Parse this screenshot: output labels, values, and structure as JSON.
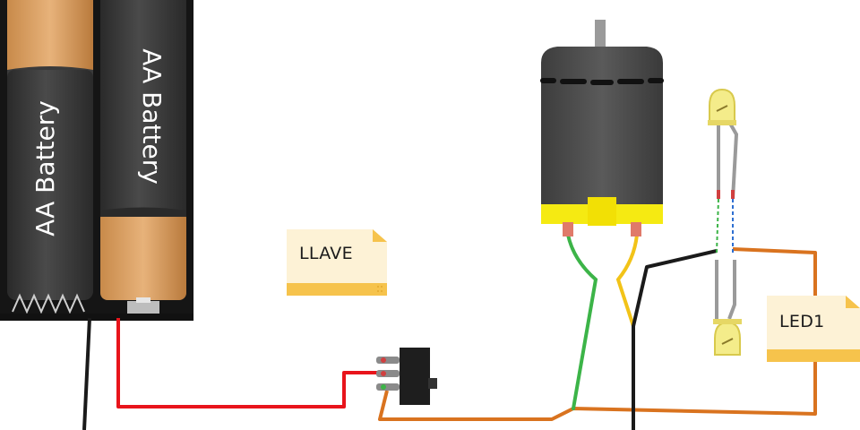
{
  "battery": {
    "label_left": "AA Battery",
    "label_right": "AA Battery"
  },
  "notes": {
    "switch_label": "LLAVE",
    "led_label": "LED1"
  },
  "colors": {
    "wire_red": "#e8141b",
    "wire_black": "#1a1a1a",
    "wire_green": "#3cb448",
    "wire_yellow": "#f2c318",
    "wire_orange": "#d9731f",
    "motor_body": "#4a4a4a",
    "motor_mount": "#f5ea12",
    "led_yellow": "#f4ec8a",
    "note_paper": "#fdf2d6",
    "note_fold": "#f6c34c"
  },
  "icons": {
    "battery_holder": "battery-holder-icon",
    "motor": "dc-motor-icon",
    "switch": "slide-switch-icon",
    "led": "led-icon"
  }
}
